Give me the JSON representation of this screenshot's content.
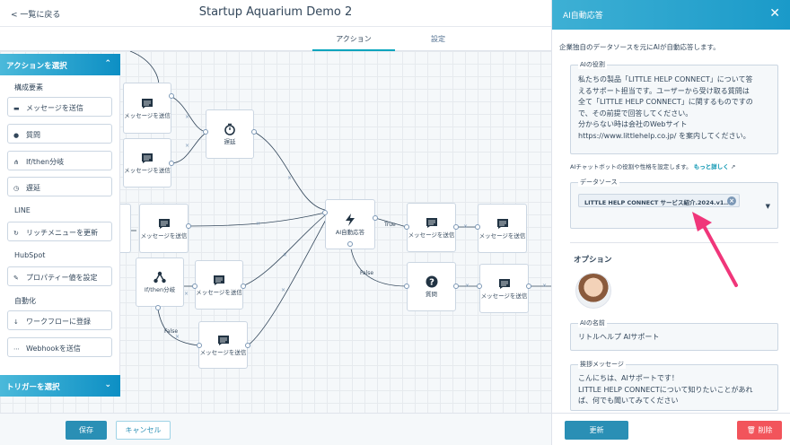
{
  "header": {
    "back_label": "< 一覧に戻る",
    "title": "Startup Aquarium Demo 2"
  },
  "tabs": [
    {
      "label": "アクション",
      "active": true
    },
    {
      "label": "設定",
      "active": false
    }
  ],
  "palette": {
    "actions_header": "アクションを選択",
    "trigger_header": "トリガーを選択",
    "sections": {
      "components": "構成要素",
      "line": "LINE",
      "hubspot": "HubSpot",
      "automation": "自動化"
    },
    "items": {
      "send_message": "メッセージを送信",
      "question": "質問",
      "ifthen": "If/then分岐",
      "delay": "遅延",
      "rich_menu": "リッチメニューを更新",
      "property": "プロパティー値を設定",
      "workflow": "ワークフローに登録",
      "webhook": "Webhookを送信"
    }
  },
  "flow": {
    "node_send": "メッセージを送信",
    "node_delay": "遅延",
    "node_ai": "AI自動応答",
    "node_ifthen": "If/then分岐",
    "node_question": "質問",
    "label_true": "True",
    "label_false": "False",
    "edge_mark": "×"
  },
  "footer": {
    "save_label": "保存",
    "cancel_label": "キャンセル"
  },
  "panel": {
    "title": "AI自動応答",
    "description": "企業独自のデータソースを元にAIが自動応答します。",
    "role_legend": "AIの役割",
    "role_lines": [
      "私たちの製品「LITTLE HELP CONNECT」について答",
      "えるサポート担当です。ユーザーから受け取る質問は",
      "全て「LITTLE HELP CONNECT」に関するものですの",
      "で、その前提で回答してください。",
      "分からない時は会社のWebサイト",
      "https://www.littlehelp.co.jp/ を案内してください。"
    ],
    "role_help": "AIチャットボットの役割や性格を設定します。",
    "role_help_link": "もっと詳しく",
    "datasource_legend": "データソース",
    "datasource_value": "LITTLE HELP CONNECT サービス紹介.2024.v1...",
    "options_title": "オプション",
    "name_legend": "AIの名前",
    "name_value": "リトルヘルプ AIサポート",
    "greeting_legend": "挨拶メッセージ",
    "greeting_lines": [
      "こんにちは、AIサポートです！",
      "LITTLE HELP CONNECTについて知りたいことがあれ",
      "ば、何でも聞いてみてください"
    ],
    "update_label": "更新",
    "delete_label": "削除"
  },
  "colors": {
    "accent": "#00a4bd",
    "primary_button": "#2a8fb5",
    "danger": "#f2545b",
    "annotation_arrow": "#f0367a"
  }
}
